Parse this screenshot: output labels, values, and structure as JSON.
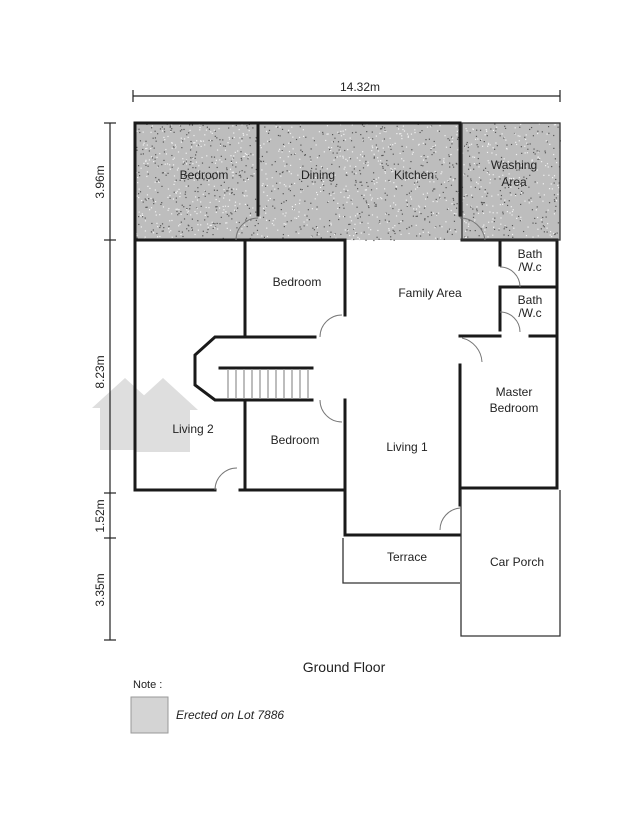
{
  "title": "Ground Floor",
  "dimensions": {
    "width": "14.32m",
    "heights": [
      "3.96m",
      "8.23m",
      "1.52m",
      "3.35m"
    ]
  },
  "rooms": {
    "bedroom_top": "Bedroom",
    "dining": "Dining",
    "kitchen": "Kitchen",
    "washing_1": "Washing",
    "washing_2": "Area",
    "bedroom_upper": "Bedroom",
    "family_area": "Family Area",
    "bath1_1": "Bath",
    "bath1_2": "/W.c",
    "bath2_1": "Bath",
    "bath2_2": "/W.c",
    "master_1": "Master",
    "master_2": "Bedroom",
    "living2": "Living 2",
    "bedroom_lower": "Bedroom",
    "living1": "Living 1",
    "terrace": "Terrace",
    "car_porch": "Car Porch"
  },
  "legend": {
    "note_label": "Note :",
    "item": "Erected on Lot 7886"
  },
  "colors": {
    "shade": "#b9b9b9",
    "wall": "#1a1a1a",
    "watermark": "#dcdcdc"
  }
}
